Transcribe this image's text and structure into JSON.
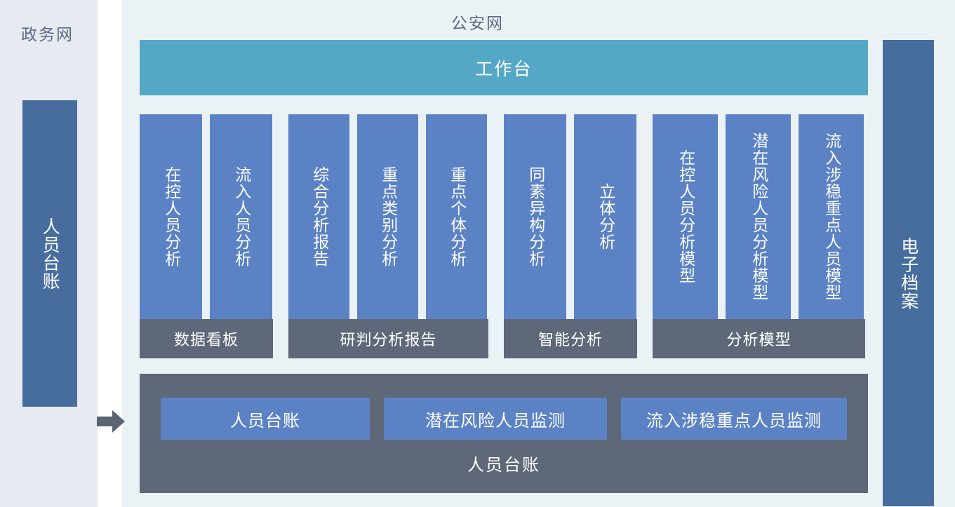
{
  "zones": {
    "gov_net_label": "政务网",
    "police_net_label": "公安网"
  },
  "gov_net": {
    "ledger_panel_label": "人员台账",
    "arrow_icon": "right-arrow-icon"
  },
  "police_net": {
    "workbench_label": "工作台",
    "archive_panel_label": "电子档案"
  },
  "module_groups": [
    {
      "label": "数据看板",
      "items": [
        {
          "label": "在控人员分析"
        },
        {
          "label": "流入人员分析"
        }
      ]
    },
    {
      "label": "研判分析报告",
      "items": [
        {
          "label": "综合分析报告"
        },
        {
          "label": "重点类别分析"
        },
        {
          "label": "重点个体分析"
        }
      ]
    },
    {
      "label": "智能分析",
      "items": [
        {
          "label": "同素异构分析"
        },
        {
          "label": "立体分析"
        }
      ]
    },
    {
      "label": "分析模型",
      "items": [
        {
          "label": "在控人员分析模型"
        },
        {
          "label": "潜在风险人员分析模型"
        },
        {
          "label": "流入涉稳重点人员模型"
        }
      ]
    }
  ],
  "ledger_section": {
    "label": "人员台账",
    "cards": [
      {
        "label": "人员台账"
      },
      {
        "label": "潜在风险人员监测"
      },
      {
        "label": "流入涉稳重点人员监测"
      }
    ]
  },
  "colors": {
    "background_gov": "#e8eaf1",
    "background_gap": "#ffffff",
    "background_police": "#ebf2f5",
    "panel_dark_blue": "#466d9e",
    "module_blue": "#5b82c4",
    "workbench_teal": "#55a7c6",
    "group_label_gray": "#5f6878",
    "arrow_gray": "#5b6371",
    "zone_label_text": "#5a6b85"
  }
}
